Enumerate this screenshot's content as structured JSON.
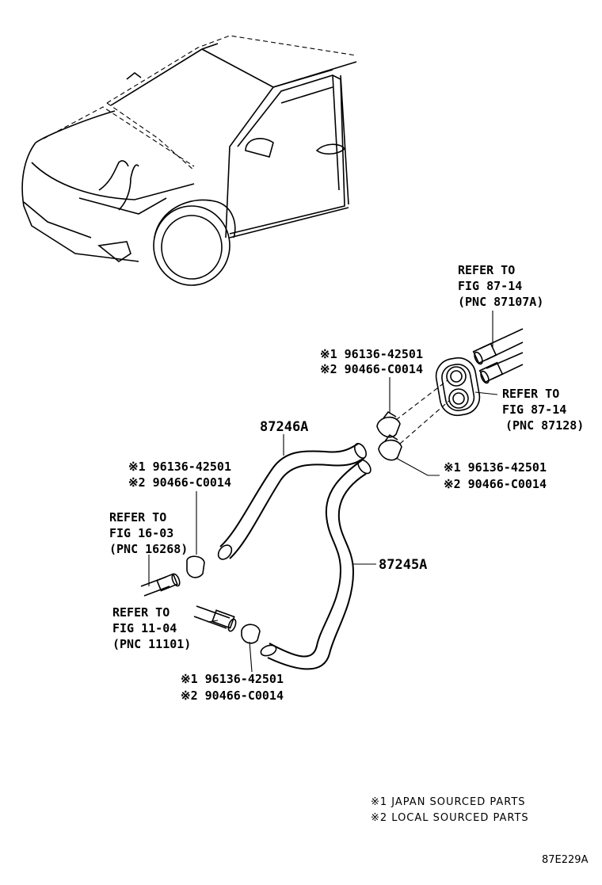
{
  "callouts": {
    "ref_top": [
      "REFER TO",
      "FIG 87-14",
      "(PNC 87107A)"
    ],
    "ref_right": [
      "REFER TO",
      "FIG 87-14",
      "(PNC 87128)"
    ],
    "ref_left_mid": [
      "REFER TO",
      "FIG 16-03",
      "(PNC 16268)"
    ],
    "ref_left_low": [
      "REFER TO",
      "FIG 11-04",
      "(PNC 11101)"
    ],
    "clamp_top": [
      "※1 96136-42501",
      "※2 90466-C0014"
    ],
    "clamp_right": [
      "※1 96136-42501",
      "※2 90466-C0014"
    ],
    "clamp_left": [
      "※1 96136-42501",
      "※2 90466-C0014"
    ],
    "clamp_bottom": [
      "※1 96136-42501",
      "※2 90466-C0014"
    ]
  },
  "parts": {
    "hose_upper": "87246A",
    "hose_lower": "87245A"
  },
  "legend": {
    "note1": "※1 JAPAN SOURCED PARTS",
    "note2": "※2 LOCAL SOURCED PARTS"
  },
  "figure_code": "87E229A"
}
